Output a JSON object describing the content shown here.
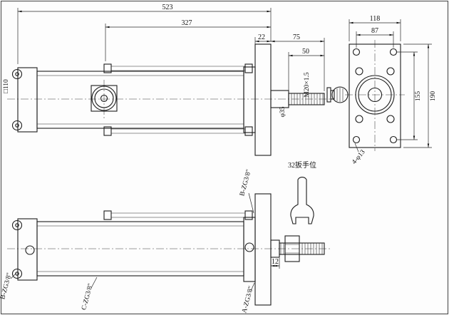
{
  "side_view": {
    "dim_overall": "523",
    "dim_body": "327",
    "dim_flange_thickness": "22",
    "dim_rod_extension": "75",
    "dim_thread_length": "50",
    "thread_spec": "M20×1.5",
    "rod_diameter": "φ35",
    "square_size": "□110"
  },
  "end_view": {
    "dim_width": "118",
    "dim_bolt_spacing_h": "87",
    "dim_height": "190",
    "dim_bolt_spacing_v": "155",
    "bolt_holes": "4-φ13"
  },
  "bottom_view": {
    "wrench_note": "32扳手位",
    "dim_rod_step": "12",
    "port_b_upper": "B-ZG3/8\"",
    "port_b_lower": "B-ZG3/8\"",
    "port_c": "C-ZG3/8\"",
    "port_a": "A-ZG3/8\""
  }
}
